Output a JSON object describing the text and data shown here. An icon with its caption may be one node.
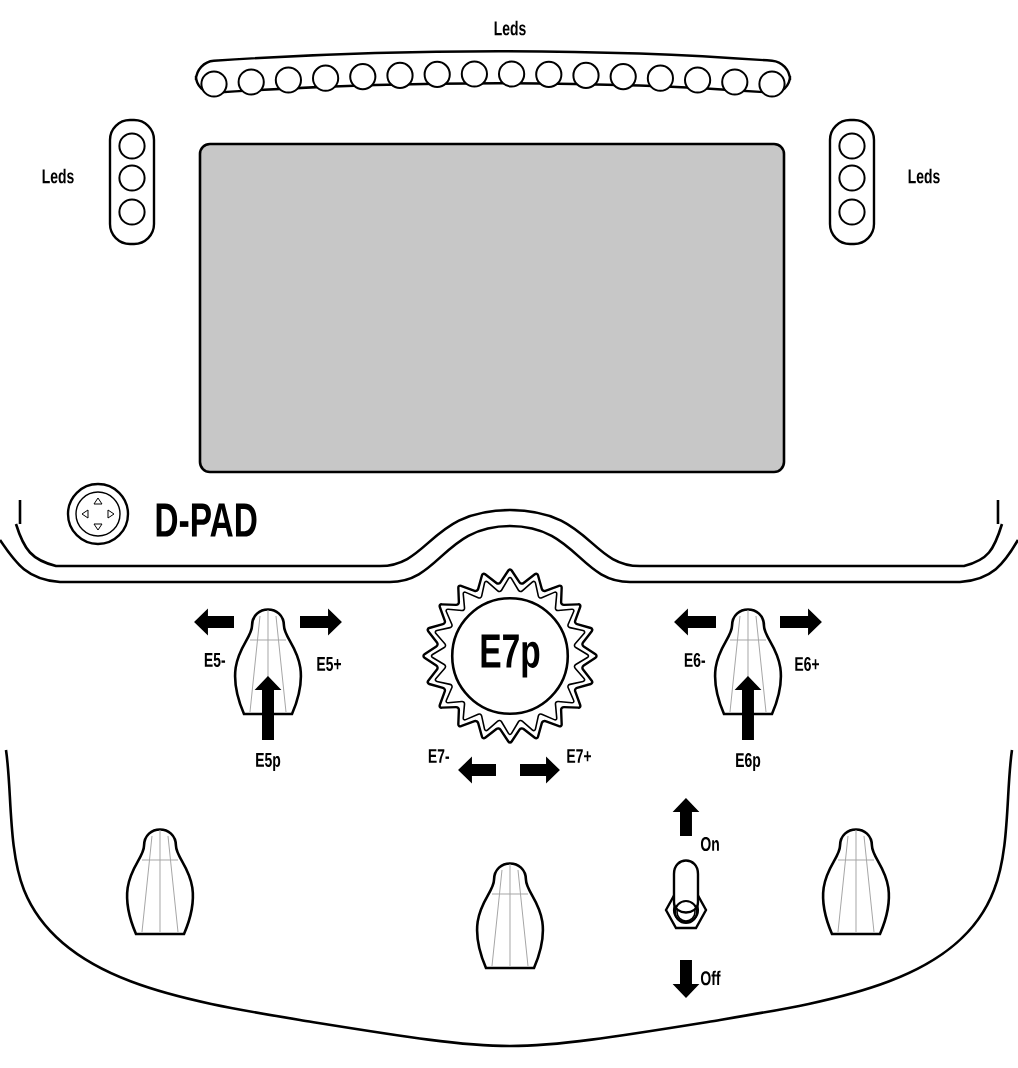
{
  "diagram": {
    "nodes": [
      {
        "text": [
          "E7p"
        ]
      }
    ],
    "labels": [
      "Leds",
      "Leds",
      "Leds",
      "D-PAD",
      "E5-",
      "E5+",
      "E7-",
      "E7+",
      "E6-",
      "E6+",
      "E5p",
      "E6p",
      "On",
      "Off"
    ]
  }
}
